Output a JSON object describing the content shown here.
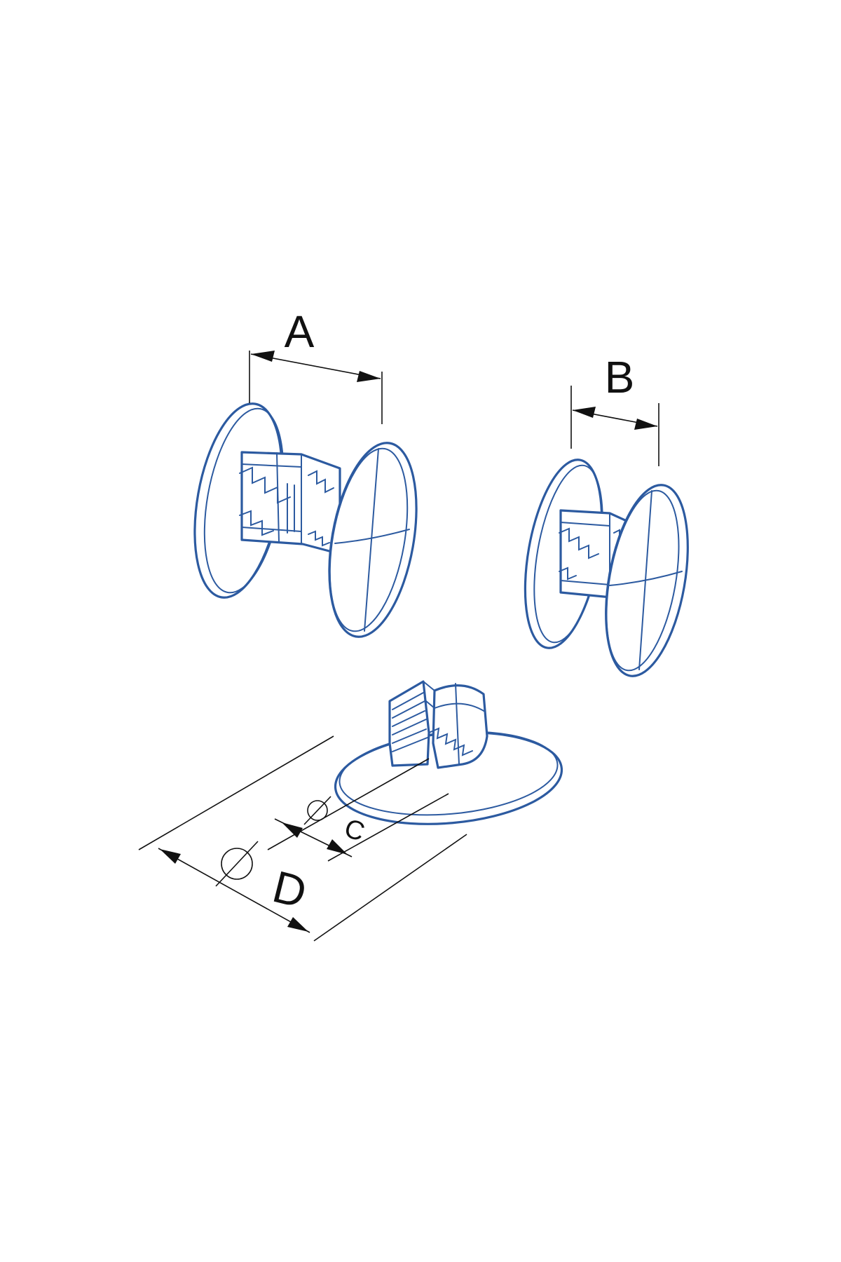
{
  "labels": {
    "a": "A",
    "b": "B",
    "c": "C",
    "d": "D"
  },
  "colors": {
    "part_stroke": "#2c5aa0",
    "dimension_stroke": "#111111",
    "background": "#ffffff"
  },
  "icons": {
    "diameter_symbol": "diameter-icon"
  }
}
